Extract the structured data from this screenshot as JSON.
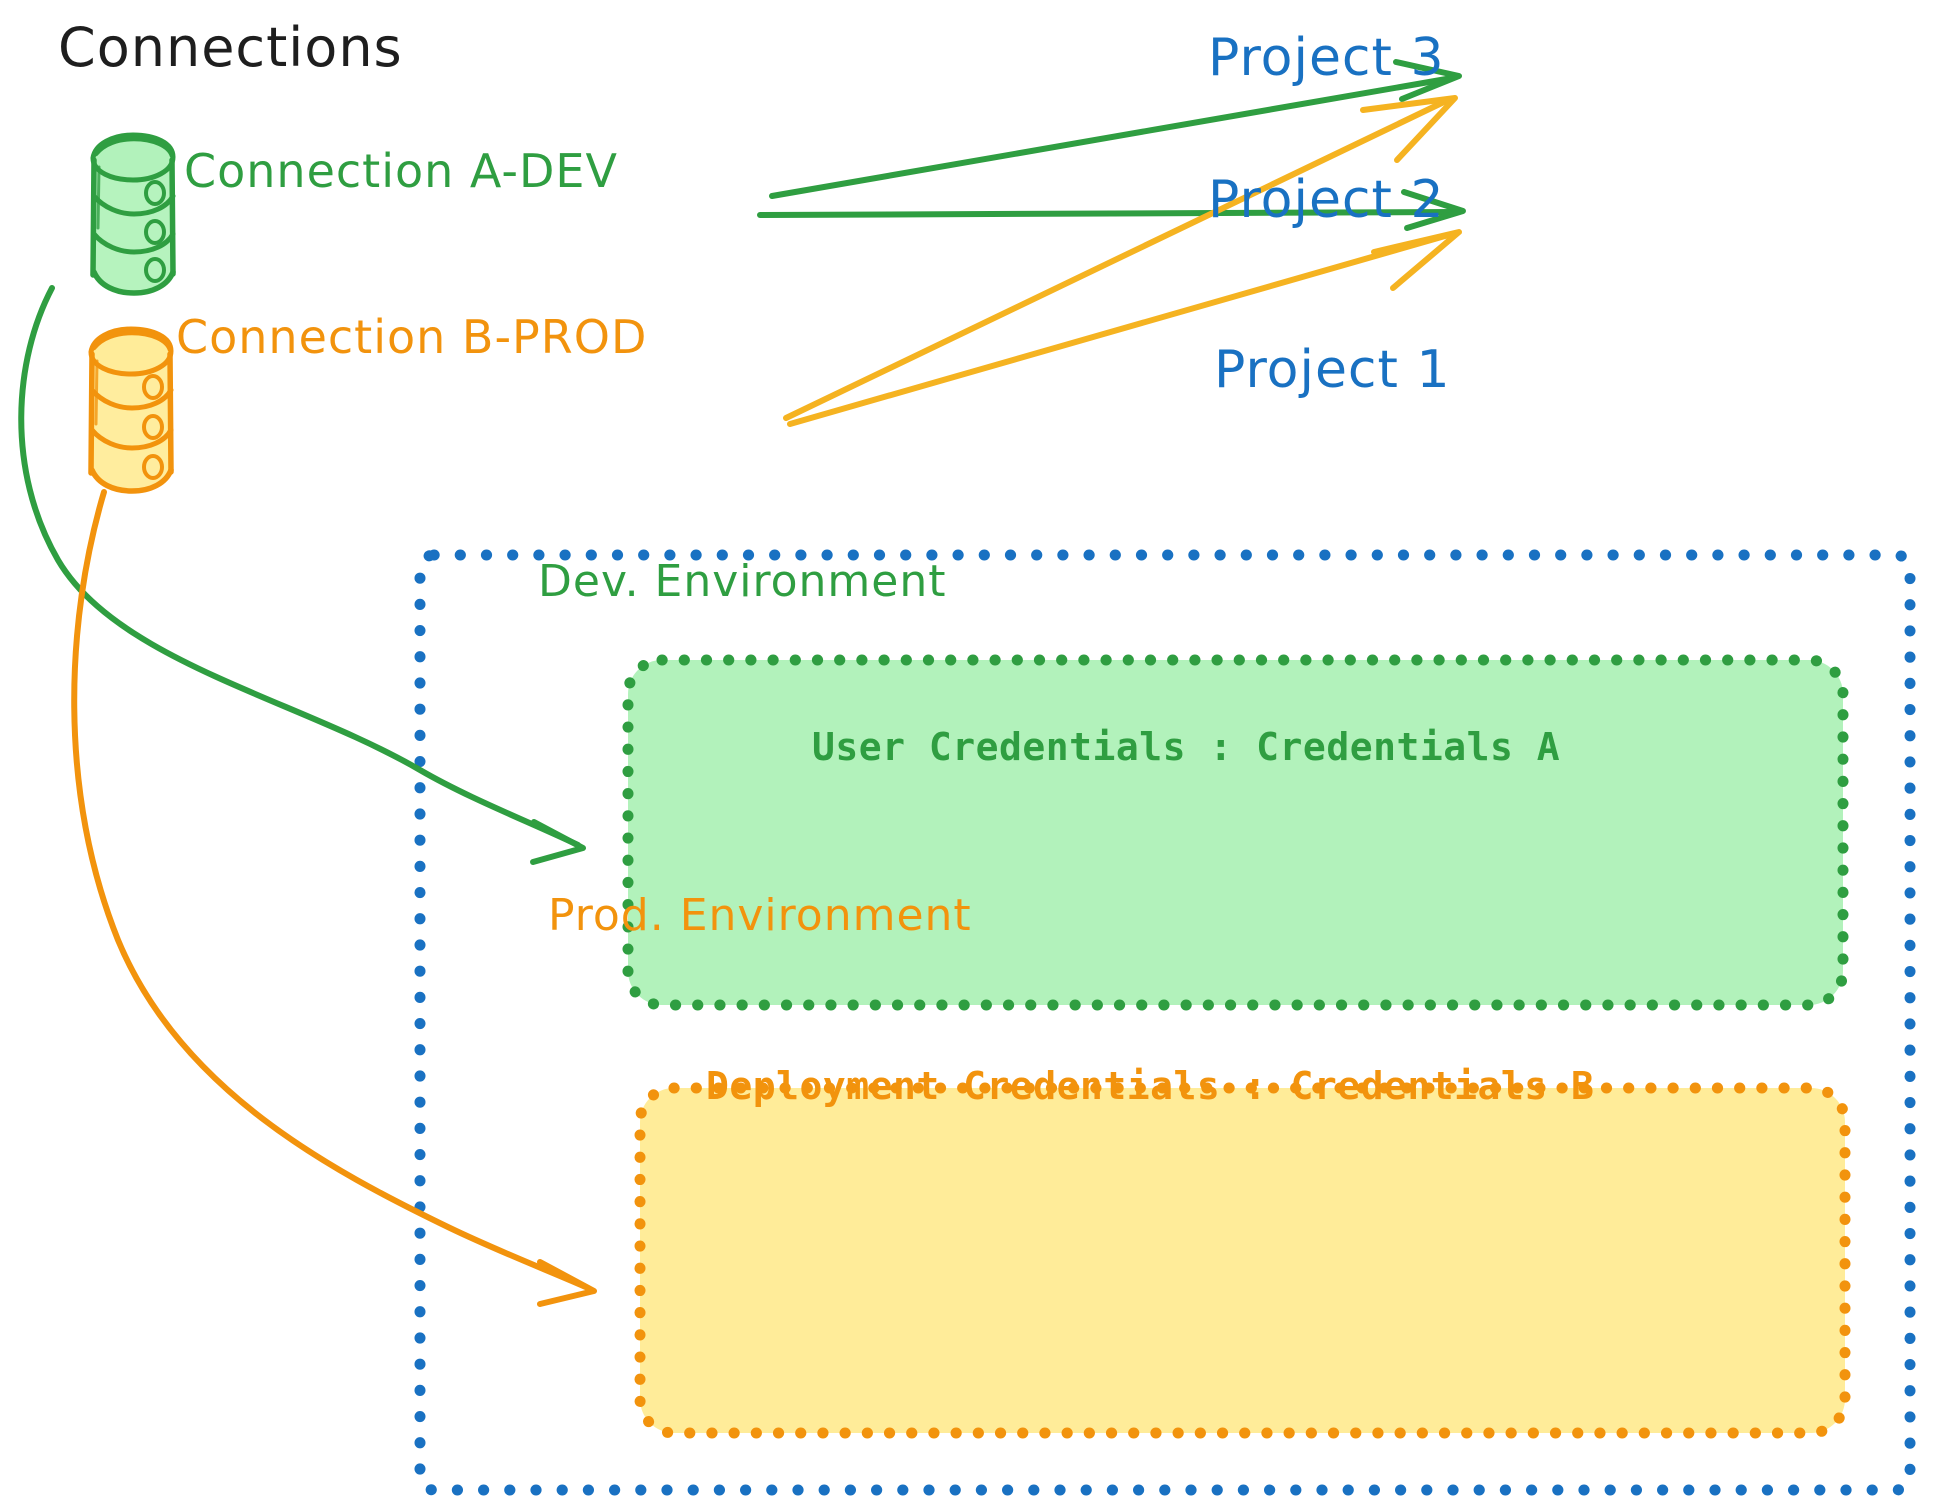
{
  "diagram": {
    "title": "Connections",
    "background_color": "#ffffff",
    "colors": {
      "green": "#2f9e41",
      "green_fill": "#b2f2bb",
      "orange": "#f2930d",
      "orange_fill": "#ffec99",
      "blue": "#1971c2",
      "black": "#1e1e1e"
    }
  },
  "connections": [
    {
      "id": "connection-a-dev",
      "label": "Connection A-DEV",
      "icon": "database-cylinder-icon",
      "color": "#2f9e41",
      "fill": "#b2f2bb"
    },
    {
      "id": "connection-b-prod",
      "label": "Connection B-PROD",
      "icon": "database-cylinder-icon",
      "color": "#f2930d",
      "fill": "#ffec99"
    }
  ],
  "projects": [
    {
      "id": "project-3",
      "label": "Project 3"
    },
    {
      "id": "project-2",
      "label": "Project 2"
    },
    {
      "id": "project-1",
      "label": "Project 1"
    }
  ],
  "project1": {
    "label": "Project 1",
    "border_style": "dotted",
    "border_color": "#1971c2",
    "environments": [
      {
        "id": "dev-environment",
        "title": "Dev. Environment",
        "credentials_label": "User Credentials : Credentials A",
        "border_color": "#2f9e41",
        "fill": "#b2f2bb"
      },
      {
        "id": "prod-environment",
        "title": "Prod. Environment",
        "credentials_label": "Deployment Credentials : Credentials B",
        "border_color": "#f2930d",
        "fill": "#ffec99"
      }
    ]
  },
  "edges": [
    {
      "from": "connection-a-dev",
      "to": "project-3",
      "color": "#2f9e41"
    },
    {
      "from": "connection-a-dev",
      "to": "project-2",
      "color": "#2f9e41"
    },
    {
      "from": "connection-a-dev",
      "to": "dev-environment",
      "color": "#2f9e41"
    },
    {
      "from": "connection-b-prod",
      "to": "project-3",
      "color": "#f2930d"
    },
    {
      "from": "connection-b-prod",
      "to": "project-2",
      "color": "#f2930d"
    },
    {
      "from": "connection-b-prod",
      "to": "prod-environment",
      "color": "#f2930d"
    }
  ]
}
